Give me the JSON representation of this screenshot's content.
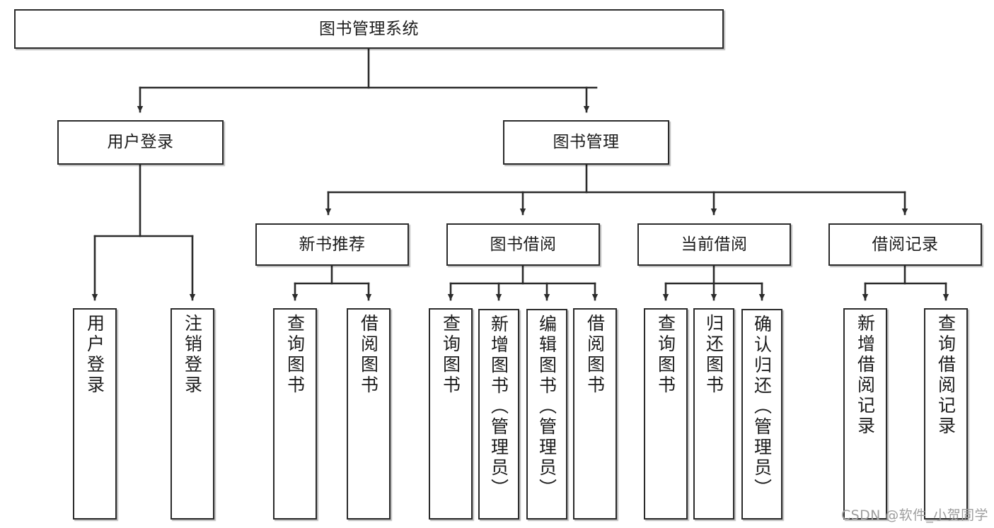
{
  "diagram": {
    "type": "hierarchy-tree",
    "title": "图书管理系统",
    "watermark": "CSDN @软件_小贺同学",
    "colors": {
      "stroke": "#2b2b2b",
      "fill": "#ffffff",
      "text": "#1c1c1c",
      "watermark": "#9d9d9d"
    },
    "nodes": {
      "root": {
        "label": "图书管理系统"
      },
      "level2": [
        {
          "label": "用户登录"
        },
        {
          "label": "图书管理"
        }
      ],
      "level3": [
        {
          "label": "新书推荐"
        },
        {
          "label": "图书借阅"
        },
        {
          "label": "当前借阅"
        },
        {
          "label": "借阅记录"
        }
      ],
      "leaves": {
        "user_login": [
          {
            "label": "用户登录"
          },
          {
            "label": "注销登录"
          }
        ],
        "new_book_recommend": [
          {
            "label": "查询图书"
          },
          {
            "label": "借阅图书"
          }
        ],
        "book_borrow": [
          {
            "label": "查询图书"
          },
          {
            "label": "新增图书（管理员）"
          },
          {
            "label": "编辑图书（管理员）"
          },
          {
            "label": "借阅图书"
          }
        ],
        "current_borrow": [
          {
            "label": "查询图书"
          },
          {
            "label": "归还图书"
          },
          {
            "label": "确认归还（管理员）"
          }
        ],
        "borrow_record": [
          {
            "label": "新增借阅记录"
          },
          {
            "label": "查询借阅记录"
          }
        ]
      }
    }
  }
}
